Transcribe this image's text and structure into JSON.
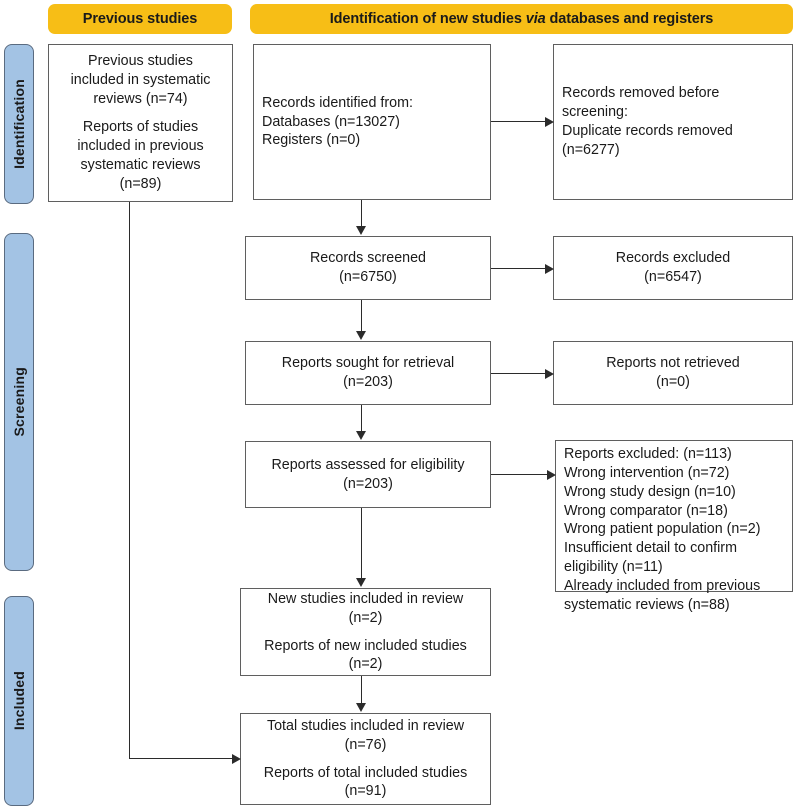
{
  "headers": {
    "previous": "Previous studies",
    "new_pre": "Identification of new studies ",
    "new_em": "via",
    "new_post": " databases and registers"
  },
  "stages": [
    {
      "id": "identification",
      "label": "Identification"
    },
    {
      "id": "screening",
      "label": "Screening"
    },
    {
      "id": "included",
      "label": "Included"
    }
  ],
  "boxes": {
    "previous_studies": {
      "line1": "Previous studies\nincluded in systematic\nreviews (n=74)",
      "line2": "Reports of studies\nincluded in previous\nsystematic reviews\n(n=89)"
    },
    "records_identified": "Records identified from:\n    Databases (n=13027)\n    Registers (n=0)",
    "records_removed": "Records removed before\nscreening:\n    Duplicate records removed\n    (n=6277)",
    "records_screened": "Records screened\n(n=6750)",
    "records_excluded": "Records excluded\n(n=6547)",
    "reports_sought": "Reports sought for retrieval\n(n=203)",
    "reports_not_retrieved": "Reports not retrieved\n(n=0)",
    "reports_assessed": "Reports assessed for eligibility\n(n=203)",
    "reports_excluded": "Reports excluded: (n=113)\n  Wrong intervention (n=72)\n  Wrong study design (n=10)\n  Wrong comparator (n=18)\n  Wrong patient population (n=2)\n  Insufficient detail to confirm\n  eligibility (n=11)\nAlready included from previous\nsystematic reviews (n=88)",
    "new_included": {
      "line1": "New studies included in review\n(n=2)",
      "line2": "Reports of new included studies\n(n=2)"
    },
    "total_included": {
      "line1": "Total studies included in review\n(n=76)",
      "line2": "Reports of total included studies\n(n=91)"
    }
  },
  "chart_data": {
    "type": "diagram",
    "title": "PRISMA 2020 flow diagram for updated systematic reviews",
    "nodes": [
      {
        "id": "previous_studies",
        "stage": "Identification",
        "column": "previous",
        "studies": 74,
        "reports": 89
      },
      {
        "id": "records_identified",
        "stage": "Identification",
        "column": "new",
        "databases": 13027,
        "registers": 0
      },
      {
        "id": "records_removed",
        "stage": "Identification",
        "column": "excluded",
        "duplicates_removed": 6277
      },
      {
        "id": "records_screened",
        "stage": "Screening",
        "column": "new",
        "n": 6750
      },
      {
        "id": "records_excluded",
        "stage": "Screening",
        "column": "excluded",
        "n": 6547
      },
      {
        "id": "reports_sought",
        "stage": "Screening",
        "column": "new",
        "n": 203
      },
      {
        "id": "reports_not_retrieved",
        "stage": "Screening",
        "column": "excluded",
        "n": 0
      },
      {
        "id": "reports_assessed",
        "stage": "Screening",
        "column": "new",
        "n": 203
      },
      {
        "id": "reports_excluded",
        "stage": "Screening",
        "column": "excluded",
        "n": 113,
        "reasons": [
          {
            "label": "Wrong intervention",
            "n": 72
          },
          {
            "label": "Wrong study design",
            "n": 10
          },
          {
            "label": "Wrong comparator",
            "n": 18
          },
          {
            "label": "Wrong patient population",
            "n": 2
          },
          {
            "label": "Insufficient detail to confirm eligibility",
            "n": 11
          },
          {
            "label": "Already included from previous systematic reviews",
            "n": 88
          }
        ]
      },
      {
        "id": "new_included",
        "stage": "Included",
        "column": "new",
        "studies": 2,
        "reports": 2
      },
      {
        "id": "total_included",
        "stage": "Included",
        "column": "new",
        "studies": 76,
        "reports": 91
      }
    ],
    "edges": [
      {
        "from": "records_identified",
        "to": "records_removed"
      },
      {
        "from": "records_identified",
        "to": "records_screened"
      },
      {
        "from": "records_screened",
        "to": "records_excluded"
      },
      {
        "from": "records_screened",
        "to": "reports_sought"
      },
      {
        "from": "reports_sought",
        "to": "reports_not_retrieved"
      },
      {
        "from": "reports_sought",
        "to": "reports_assessed"
      },
      {
        "from": "reports_assessed",
        "to": "reports_excluded"
      },
      {
        "from": "reports_assessed",
        "to": "new_included"
      },
      {
        "from": "new_included",
        "to": "total_included"
      },
      {
        "from": "previous_studies",
        "to": "total_included"
      }
    ],
    "colors": {
      "header": "#F7BE16",
      "stage_bar": "#A3C3E4",
      "box_border": "#5f5f5f",
      "connector": "#2b2b2b"
    }
  }
}
